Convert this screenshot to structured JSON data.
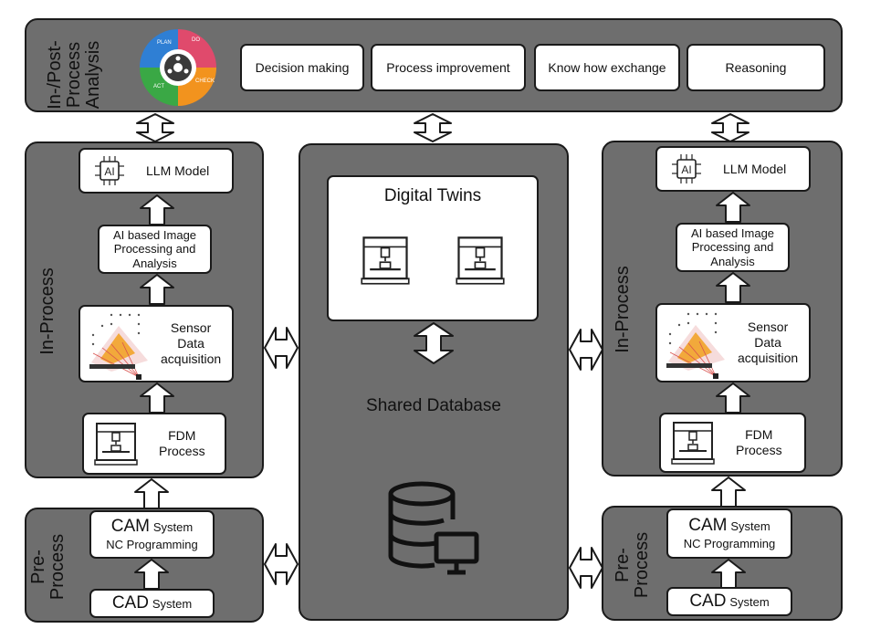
{
  "top": {
    "label_lines": [
      "In-/Post-",
      "Process",
      "Analysis"
    ],
    "pdca": [
      "PLAN",
      "DO",
      "CHECK",
      "ACT"
    ],
    "boxes": [
      "Decision making",
      "Process improvement",
      "Know how exchange",
      "Reasoning"
    ]
  },
  "left": {
    "in_process_label": "In-Process",
    "llm": "LLM Model",
    "ai_chip": "AI",
    "image_proc": [
      "AI based Image",
      "Processing and",
      "Analysis"
    ],
    "sensor": [
      "Sensor",
      "Data",
      "acquisition"
    ],
    "fdm": [
      "FDM",
      "Process"
    ],
    "pre_label": [
      "Pre-",
      "Process"
    ],
    "cam_main": "CAM",
    "cam_sub": "System",
    "nc": "NC Programming",
    "cad_main": "CAD",
    "cad_sub": "System"
  },
  "right": {
    "in_process_label": "In-Process",
    "llm": "LLM Model",
    "ai_chip": "AI",
    "image_proc": [
      "AI based Image",
      "Processing and",
      "Analysis"
    ],
    "sensor": [
      "Sensor",
      "Data",
      "acquisition"
    ],
    "fdm": [
      "FDM",
      "Process"
    ],
    "pre_label": [
      "Pre-",
      "Process"
    ],
    "cam_main": "CAM",
    "cam_sub": "System",
    "nc": "NC Programming",
    "cad_main": "CAD",
    "cad_sub": "System"
  },
  "center": {
    "digital_twins": "Digital Twins",
    "shared_db": "Shared Database"
  }
}
